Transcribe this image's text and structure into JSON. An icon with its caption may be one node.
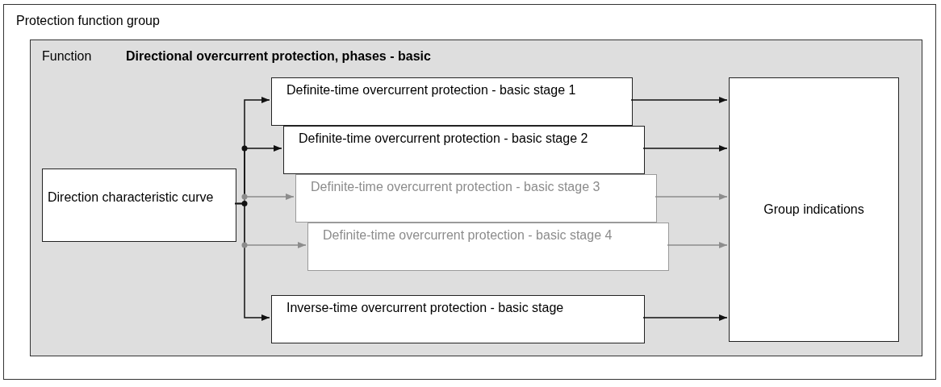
{
  "diagram": {
    "nodes": [
      {
        "text": [
          "Protection function group"
        ]
      },
      {
        "text": [
          "Function",
          "Directional overcurrent protection, phases - basic"
        ],
        "in": 0
      },
      {
        "text": [
          "Direction characteristic curve"
        ],
        "in": 1
      },
      {
        "text": [
          "Definite-time overcurrent protection - basic stage 1"
        ],
        "in": 1
      },
      {
        "text": [
          "Definite-time overcurrent protection - basic stage 2"
        ],
        "in": 1
      },
      {
        "text": [
          "Definite-time overcurrent protection - basic stage 3"
        ],
        "in": 1
      },
      {
        "text": [
          "Definite-time overcurrent protection - basic stage 4"
        ],
        "in": 1
      },
      {
        "text": [
          "Inverse-time overcurrent protection - basic stage"
        ],
        "in": 1
      },
      {
        "text": [
          "Group indications"
        ],
        "in": 1
      }
    ],
    "edges": [
      {
        "from": 2,
        "to": 3,
        "arrow": "to"
      },
      {
        "from": 2,
        "to": 4,
        "arrow": "to"
      },
      {
        "from": 2,
        "to": 5,
        "arrow": "to",
        "color": "#8c8c8c"
      },
      {
        "from": 2,
        "to": 6,
        "arrow": "to",
        "color": "#8c8c8c"
      },
      {
        "from": 2,
        "to": 7,
        "arrow": "to"
      },
      {
        "from": 3,
        "to": 8,
        "arrow": "to"
      },
      {
        "from": 4,
        "to": 8,
        "arrow": "to"
      },
      {
        "from": 5,
        "to": 8,
        "arrow": "to",
        "color": "#8c8c8c"
      },
      {
        "from": 6,
        "to": 8,
        "arrow": "to",
        "color": "#8c8c8c"
      },
      {
        "from": 7,
        "to": 8,
        "arrow": "to"
      }
    ]
  }
}
